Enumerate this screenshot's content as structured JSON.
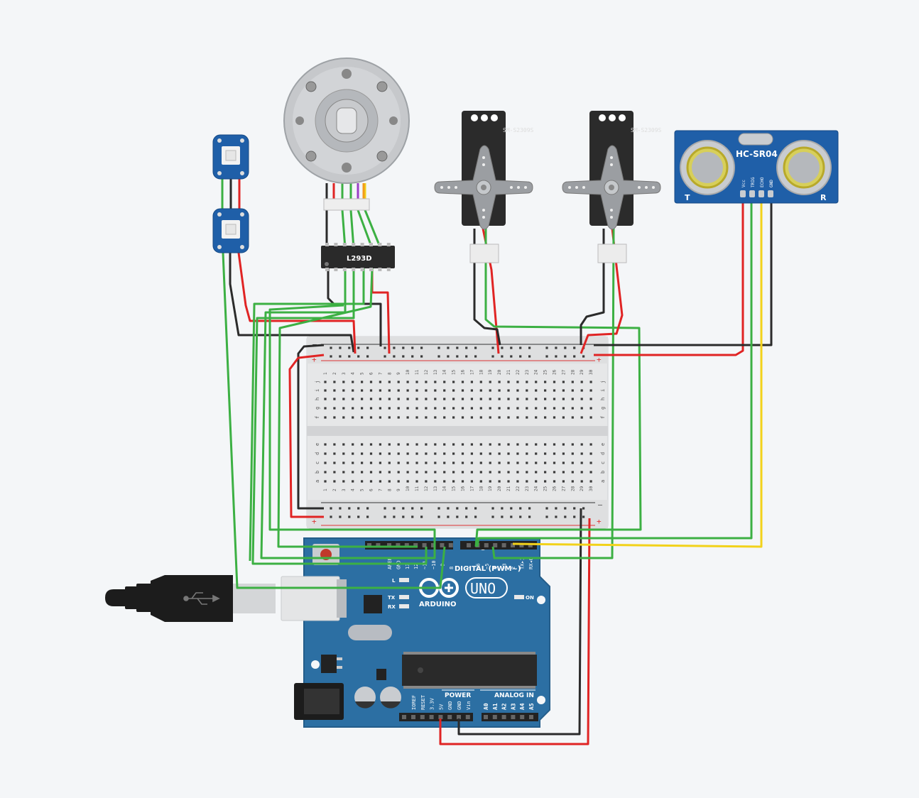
{
  "arduino": {
    "brand": "ARDUINO",
    "model": "UNO",
    "digital_header": "DIGITAL (PWM~)",
    "digital_pins": [
      "AREF",
      "GND",
      "13",
      "12",
      "~11",
      "~10",
      "~9",
      "8",
      "7",
      "~6",
      "~5",
      "4",
      "~3",
      "2",
      "TX▸1",
      "RX◂0"
    ],
    "power_header": "POWER",
    "analog_header": "ANALOG IN",
    "power_pins": [
      "IOREF",
      "RESET",
      "3.3V",
      "5V",
      "GND",
      "GND",
      "Vin"
    ],
    "analog_pins": [
      "A0",
      "A1",
      "A2",
      "A3",
      "A4",
      "A5"
    ],
    "led_l": "L",
    "led_tx": "TX",
    "led_rx": "RX",
    "led_on": "ON"
  },
  "ic": {
    "label": "L293D"
  },
  "servos": [
    {
      "label": "SM-S2309S"
    },
    {
      "label": "SM-S2309S"
    }
  ],
  "ultrasonic": {
    "label": "HC-SR04",
    "pins": [
      "Vcc",
      "TRIG",
      "ECHO",
      "GND"
    ],
    "left_mark": "T",
    "right_mark": "R"
  },
  "breadboard": {
    "columns": [
      "1",
      "2",
      "3",
      "4",
      "5",
      "6",
      "7",
      "8",
      "9",
      "10",
      "11",
      "12",
      "13",
      "14",
      "15",
      "16",
      "17",
      "18",
      "19",
      "20",
      "21",
      "22",
      "23",
      "24",
      "25",
      "26",
      "27",
      "28",
      "29",
      "30"
    ],
    "rows_top": [
      "j",
      "i",
      "h",
      "g",
      "f"
    ],
    "rows_bottom": [
      "e",
      "d",
      "c",
      "b",
      "a"
    ],
    "rail_minus": "–",
    "rail_plus": "+"
  },
  "colors": {
    "wire_red": "#e02424",
    "wire_black": "#2b2b2b",
    "wire_green": "#3cb043",
    "wire_yellow": "#f2d21b",
    "board_blue": "#2c6fa3",
    "neopixel_blue": "#1f5fa8"
  }
}
